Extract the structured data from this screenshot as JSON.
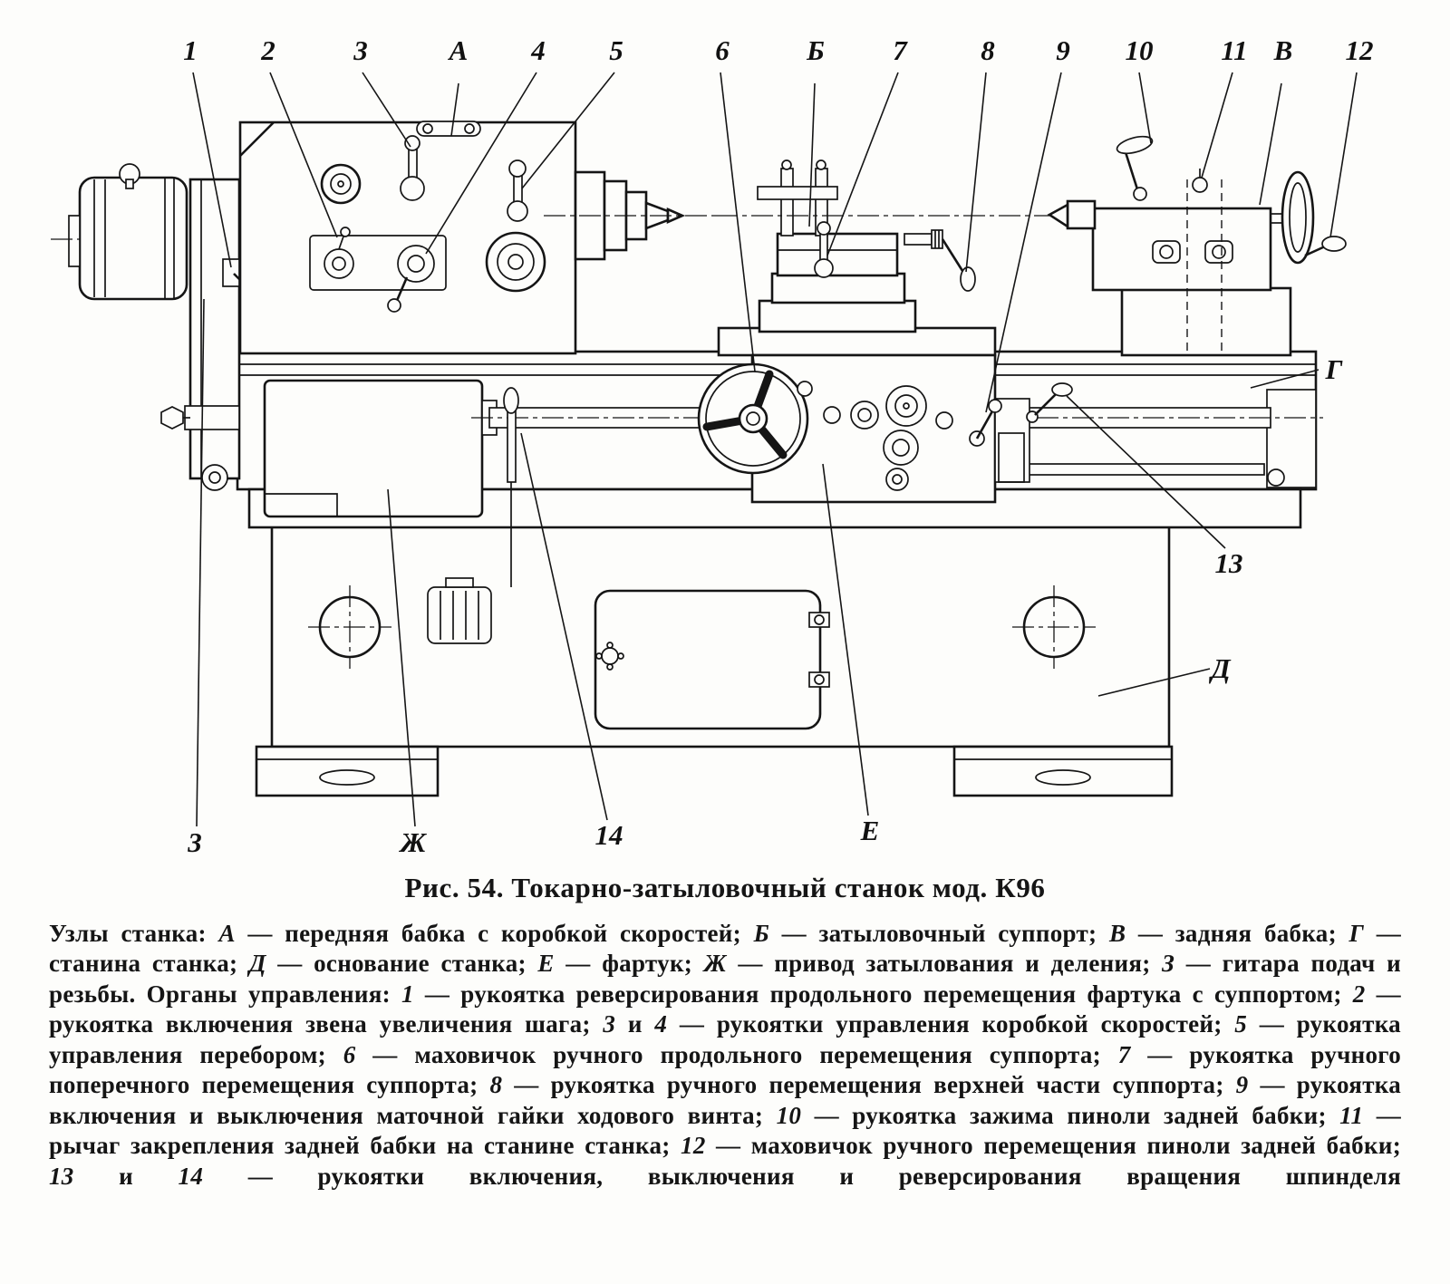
{
  "figure": {
    "caption": "Рис. 54. Токарно-затыловочный станок мод. К96",
    "description_segments": [
      {
        "t": "Узлы станка: ",
        "i": false
      },
      {
        "t": "А",
        "i": true
      },
      {
        "t": " — передняя бабка с коробкой скоростей; ",
        "i": false
      },
      {
        "t": "Б",
        "i": true
      },
      {
        "t": " — затыловочный суппорт; ",
        "i": false
      },
      {
        "t": "В",
        "i": true
      },
      {
        "t": " — задняя бабка; ",
        "i": false
      },
      {
        "t": "Г",
        "i": true
      },
      {
        "t": " — станина станка; ",
        "i": false
      },
      {
        "t": "Д",
        "i": true
      },
      {
        "t": " — основание станка; ",
        "i": false
      },
      {
        "t": "Е",
        "i": true
      },
      {
        "t": " — фартук; ",
        "i": false
      },
      {
        "t": "Ж",
        "i": true
      },
      {
        "t": " — привод затылования и деления; ",
        "i": false
      },
      {
        "t": "З",
        "i": true
      },
      {
        "t": " — гитара подач и резьбы. Органы управления: ",
        "i": false
      },
      {
        "t": "1",
        "i": true
      },
      {
        "t": " — рукоятка реверсирования продольного перемещения фартука с суппортом; ",
        "i": false
      },
      {
        "t": "2",
        "i": true
      },
      {
        "t": " — рукоятка включения звена увеличения шага; ",
        "i": false
      },
      {
        "t": "3",
        "i": true
      },
      {
        "t": " и ",
        "i": false
      },
      {
        "t": "4",
        "i": true
      },
      {
        "t": " — рукоятки управления коробкой скоростей; ",
        "i": false
      },
      {
        "t": "5",
        "i": true
      },
      {
        "t": " — рукоятка управления перебором; ",
        "i": false
      },
      {
        "t": "6",
        "i": true
      },
      {
        "t": " — маховичок ручного продольного перемещения суппорта; ",
        "i": false
      },
      {
        "t": "7",
        "i": true
      },
      {
        "t": " — рукоятка ручного поперечного перемещения суппорта; ",
        "i": false
      },
      {
        "t": "8",
        "i": true
      },
      {
        "t": " — рукоятка ручного перемещения верхней части суппорта; ",
        "i": false
      },
      {
        "t": "9",
        "i": true
      },
      {
        "t": " — рукоятка включения и выключения маточной гайки ходового винта; ",
        "i": false
      },
      {
        "t": "10",
        "i": true
      },
      {
        "t": " — рукоятка зажима пиноли задней бабки; ",
        "i": false
      },
      {
        "t": "11",
        "i": true
      },
      {
        "t": " — рычаг закрепления задней бабки на станине станка; ",
        "i": false
      },
      {
        "t": "12",
        "i": true
      },
      {
        "t": " — маховичок ручного перемещения пиноли задней бабки; ",
        "i": false
      },
      {
        "t": "13",
        "i": true
      },
      {
        "t": " и ",
        "i": false
      },
      {
        "t": "14",
        "i": true
      },
      {
        "t": " — рукоятки включения, выключения и реверсирования вращения шпинделя",
        "i": false
      }
    ]
  },
  "callouts": {
    "c1": "1",
    "c2": "2",
    "c3": "3",
    "cA": "А",
    "c4": "4",
    "c5": "5",
    "c6": "6",
    "cB": "Б",
    "c7": "7",
    "c8": "8",
    "c9": "9",
    "c10": "10",
    "c11": "11",
    "cV": "В",
    "c12": "12",
    "cG": "Г",
    "c13": "13",
    "cD": "Д",
    "z3": "3",
    "zh": "Ж",
    "c14": "14",
    "cE": "Е"
  },
  "colors": {
    "ink": "#151515",
    "paper": "#fdfdfb"
  }
}
